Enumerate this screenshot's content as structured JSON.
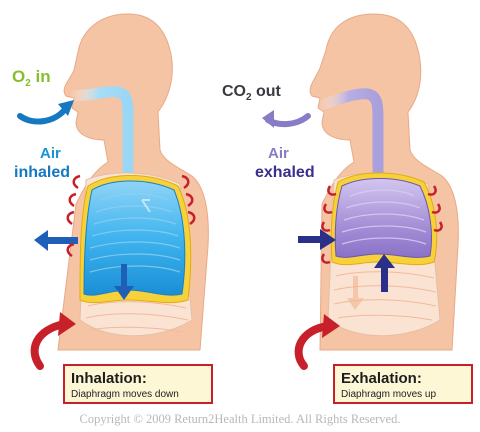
{
  "inhalation": {
    "gas_label_main": "O",
    "gas_label_sub": "2",
    "gas_label_rest": " in",
    "air_label": "Air",
    "action_label": "inhaled",
    "title": "Inhalation:",
    "subtitle": "Diaphragm moves down"
  },
  "exhalation": {
    "gas_label_main": "CO",
    "gas_label_sub": "2",
    "gas_label_rest": " out",
    "air_label": "Air",
    "action_label": "exhaled",
    "title": "Exhalation:",
    "subtitle": "Diaphragm moves up"
  },
  "copyright": "Copyright © 2009 Return2Health Limited. All Rights Reserved.",
  "colors": {
    "skin": "#f5c4a4",
    "lung_inhale": "#3fb4ee",
    "lung_exhale": "#a58fd6",
    "pleura": "#f2c619",
    "arrow_red": "#c8202a",
    "arrow_blue": "#1f5fb8",
    "arrow_navy": "#2a2f88"
  }
}
